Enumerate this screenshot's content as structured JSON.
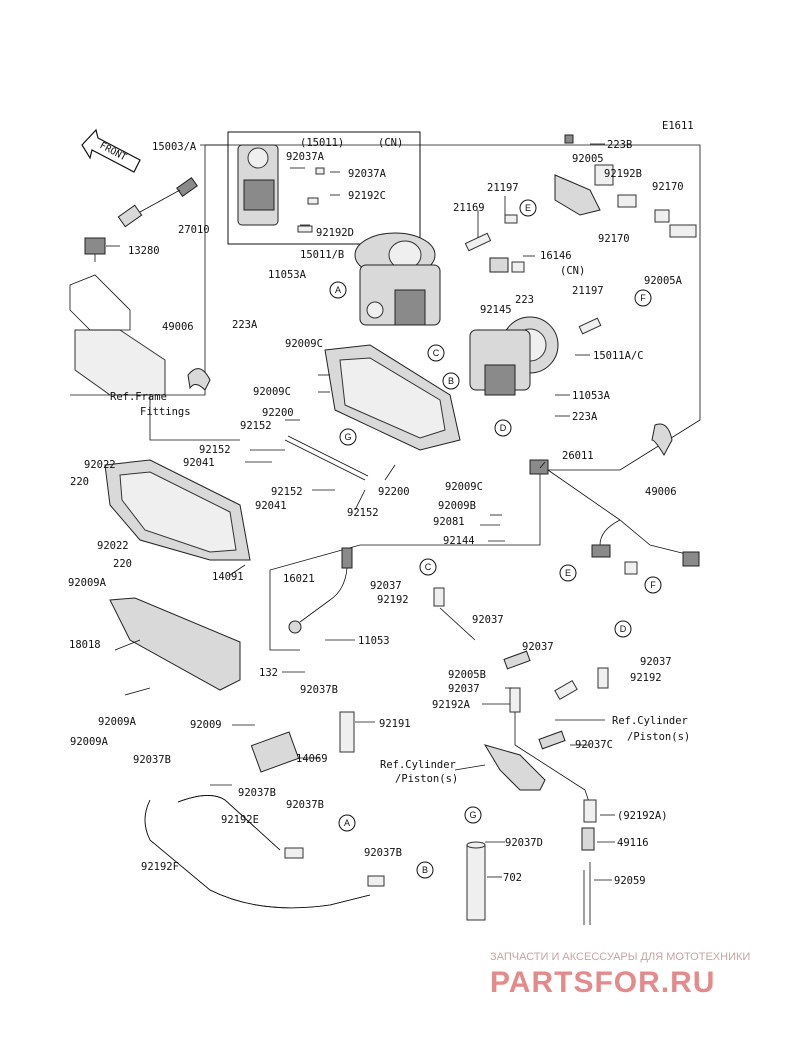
{
  "diagram_code": "E1611",
  "front_label": "FRONT",
  "labels": {
    "p15003A": "15003/A",
    "p15011": "(15011)",
    "cn1": "(CN)",
    "p92037A_1": "92037A",
    "p92037A_2": "92037A",
    "p92192C": "92192C",
    "p92192D": "92192D",
    "p15011B": "15011/B",
    "p27010": "27010",
    "p13280": "13280",
    "p11053A_1": "11053A",
    "p223A_1": "223A",
    "p49006_1": "49006",
    "refFrame1": "Ref.Frame",
    "refFrame2": "Fittings",
    "p223B": "223B",
    "p92005": "92005",
    "p92192B": "92192B",
    "p92170_1": "92170",
    "p92170_2": "92170",
    "p21197_1": "21197",
    "p21169": "21169",
    "p16146": "16146",
    "cn2": "(CN)",
    "p223": "223",
    "p92145": "92145",
    "p92005A": "92005A",
    "p21197_2": "21197",
    "p92009C_1": "92009C",
    "p92009C_2": "92009C",
    "p15011AC": "15011A/C",
    "p11053A_2": "11053A",
    "p223A_2": "223A",
    "p92200_1": "92200",
    "p92152_1": "92152",
    "p92152_2": "92152",
    "p92041_1": "92041",
    "p92022_1": "92022",
    "p220_1": "220",
    "p26011": "26011",
    "p49006_2": "49006",
    "p92152_3": "92152",
    "p92041_2": "92041",
    "p92200_2": "92200",
    "p92152_4": "92152",
    "p92009C_3": "92009C",
    "p92009B": "92009B",
    "p92081": "92081",
    "p92144": "92144",
    "p92022_2": "92022",
    "p220_2": "220",
    "p14091": "14091",
    "p92009A_1": "92009A",
    "p16021": "16021",
    "p92037_1": "92037",
    "p92192_1": "92192",
    "p18018": "18018",
    "p11053": "11053",
    "p92037_2": "92037",
    "p92037_3": "92037",
    "p92005B": "92005B",
    "p92037_4": "92037",
    "p92037_5": "92037",
    "p92192_2": "92192",
    "p92192A": "92192A",
    "p132": "132",
    "p92037B_1": "92037B",
    "p92009A_2": "92009A",
    "p92009": "92009",
    "p92191": "92191",
    "refCyl1a": "Ref.Cylinder",
    "refCyl1b": "/Piston(s)",
    "p92009A_3": "92009A",
    "p14069": "14069",
    "p92037C": "92037C",
    "refCyl2a": "Ref.Cylinder",
    "refCyl2b": "/Piston(s)",
    "p92037B_2": "92037B",
    "p92037B_3": "92037B",
    "p92037B_4": "92037B",
    "p92192E": "92192E",
    "p92192A_paren": "(92192A)",
    "p92037D": "92037D",
    "p49116": "49116",
    "p92192F": "92192F",
    "p92037B_5": "92037B",
    "p702": "702",
    "p92059": "92059"
  },
  "callouts": {
    "A": "A",
    "B": "B",
    "C": "C",
    "D": "D",
    "E": "E",
    "F": "F",
    "G": "G"
  },
  "watermark": {
    "top_line": "ЗАПЧАСТИ И АКСЕССУАРЫ ДЛЯ МОТОТЕХНИКИ",
    "brand": "PARTSFOR.RU"
  }
}
